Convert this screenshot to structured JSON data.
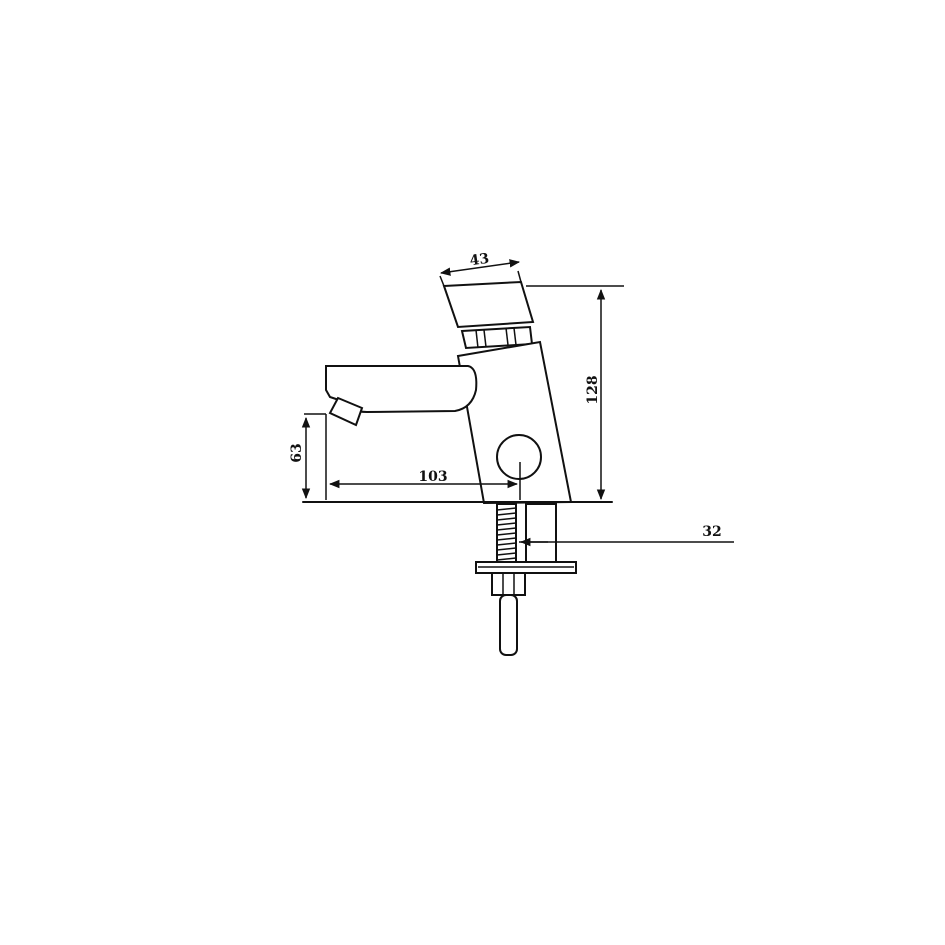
{
  "drawing": {
    "dimensions": {
      "head_width": "43",
      "total_height": "128",
      "spout_height": "63",
      "spout_reach": "103",
      "shank_diameter": "32"
    },
    "colors": {
      "line": "#111111",
      "background": "#ffffff"
    }
  }
}
